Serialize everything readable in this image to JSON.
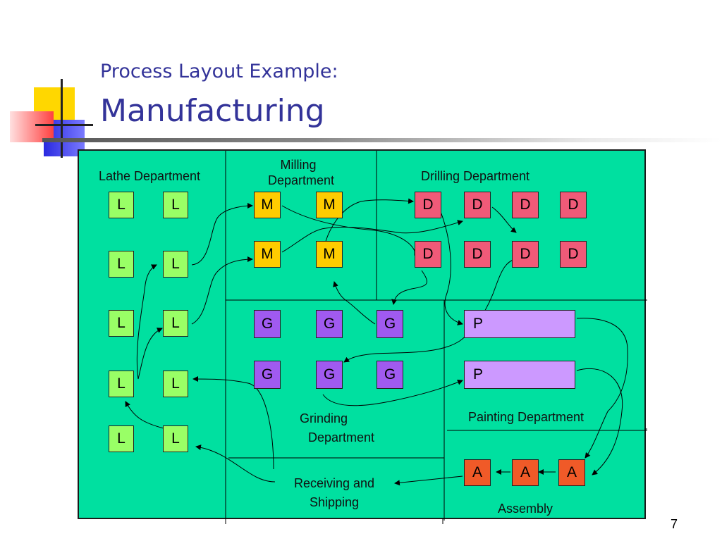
{
  "slide": {
    "subtitle": "Process Layout Example:",
    "title": "Manufacturing",
    "page_number": "7"
  },
  "departments": {
    "lathe": "Lathe Department",
    "milling_line1": "Milling",
    "milling_line2": "Department",
    "drilling": "Drilling Department",
    "grinding_line1": "Grinding",
    "grinding_line2": "Department",
    "painting": "Painting Department",
    "receiving_line1": "Receiving and",
    "receiving_line2": "Shipping",
    "assembly": "Assembly"
  },
  "machines": {
    "lathe": [
      "L",
      "L",
      "L",
      "L",
      "L",
      "L",
      "L",
      "L",
      "L",
      "L"
    ],
    "milling": [
      "M",
      "M",
      "M",
      "M"
    ],
    "drilling": [
      "D",
      "D",
      "D",
      "D",
      "D",
      "D",
      "D",
      "D"
    ],
    "grinding": [
      "G",
      "G",
      "G",
      "G",
      "G",
      "G"
    ],
    "painting": [
      "P",
      "P"
    ],
    "assembly": [
      "A",
      "A",
      "A"
    ]
  },
  "colors": {
    "background": "#00e0a0",
    "lathe": "#99ff66",
    "milling": "#ffcc00",
    "drilling": "#f05a78",
    "grinding": "#a05af0",
    "painting": "#cc99ff",
    "assembly": "#f05a28",
    "title": "#333399"
  }
}
